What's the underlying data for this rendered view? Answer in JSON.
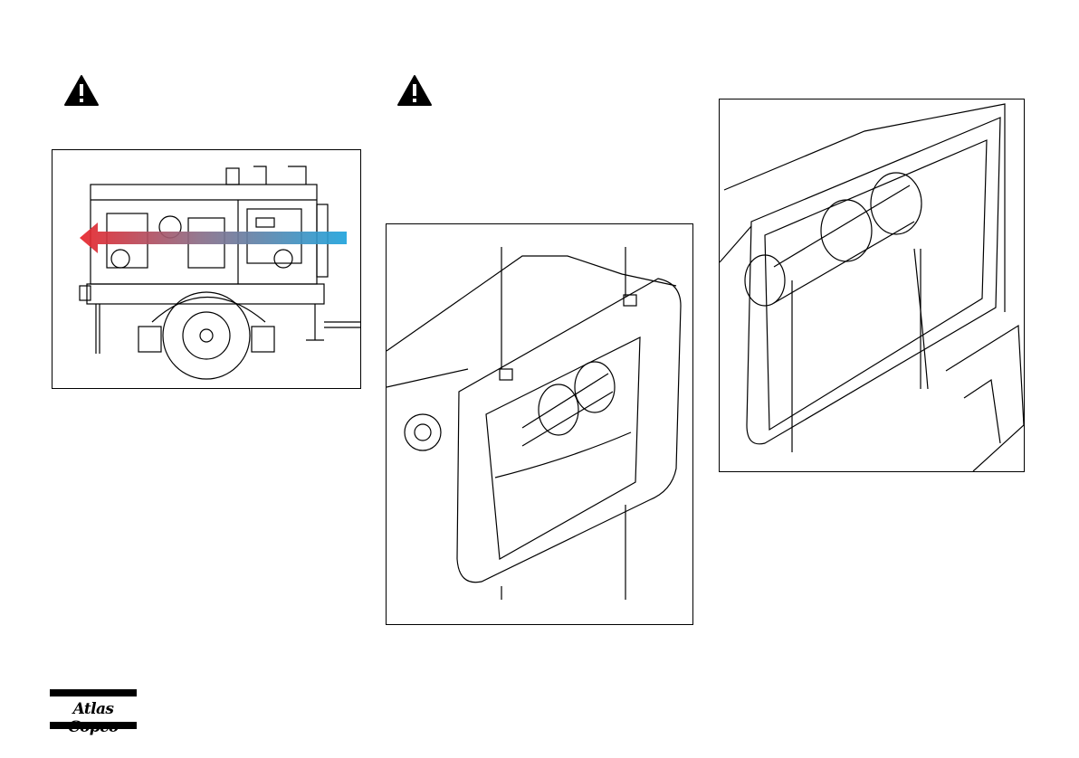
{
  "page": {
    "background": "#ffffff"
  },
  "warnings": [
    {
      "icon": "warning-triangle-icon"
    },
    {
      "icon": "warning-triangle-icon"
    }
  ],
  "figures": [
    {
      "subject": "generator-airflow-diagram",
      "arrow_colors": [
        "#e8242a",
        "#1fa3dc"
      ]
    },
    {
      "subject": "lamp-fixture-front-frame"
    },
    {
      "subject": "lamp-fixture-open-cover"
    }
  ],
  "logo": {
    "text": "Atlas Copco",
    "color": "#000000"
  }
}
